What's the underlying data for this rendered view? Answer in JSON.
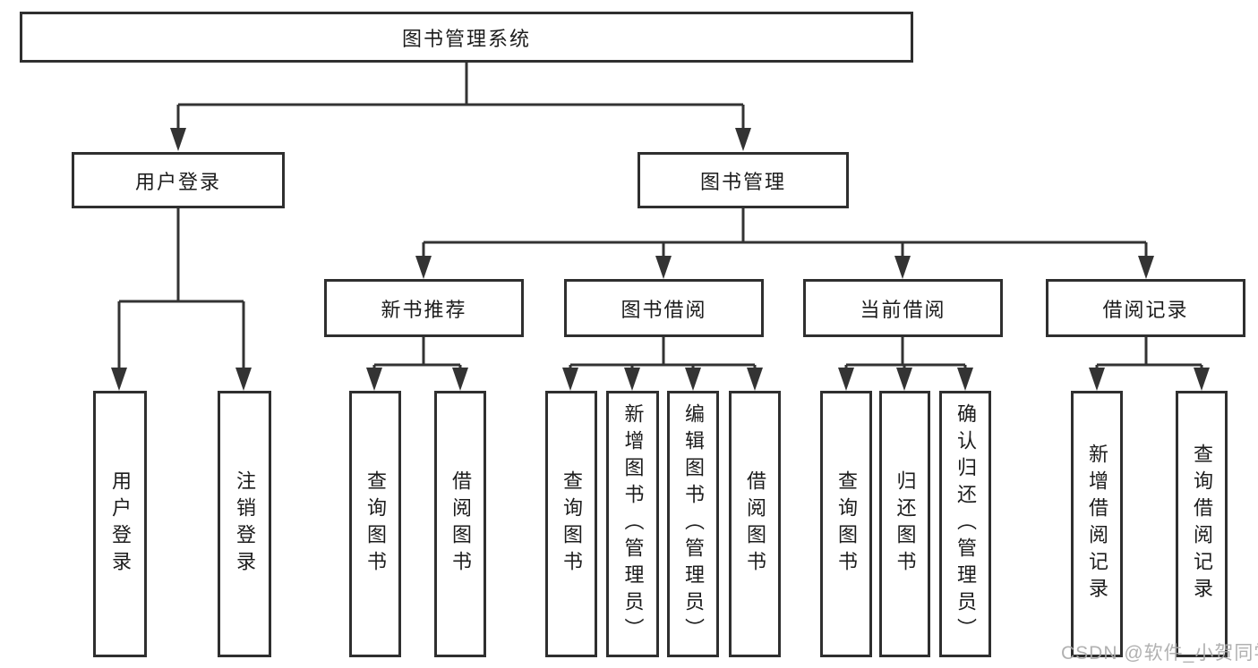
{
  "diagram_title": "图书管理系统",
  "colors": {
    "line": "#333333",
    "border": "#2f2f2f",
    "text": "#1c1c1c",
    "watermark": "#ababab",
    "background": "#ffffff"
  },
  "tree": {
    "root": "图书管理系统",
    "children": [
      {
        "label": "用户登录",
        "children": [
          "用户登录",
          "注销登录"
        ]
      },
      {
        "label": "图书管理",
        "children": [
          {
            "label": "新书推荐",
            "children": [
              "查询图书",
              "借阅图书"
            ]
          },
          {
            "label": "图书借阅",
            "children": [
              "查询图书",
              "新增图书（管理员）",
              "编辑图书（管理员）",
              "借阅图书"
            ]
          },
          {
            "label": "当前借阅",
            "children": [
              "查询图书",
              "归还图书",
              "确认归还（管理员）"
            ]
          },
          {
            "label": "借阅记录",
            "children": [
              "新增借阅记录",
              "查询借阅记录"
            ]
          }
        ]
      }
    ]
  },
  "watermark": "CSDN @软件_小贺同学"
}
